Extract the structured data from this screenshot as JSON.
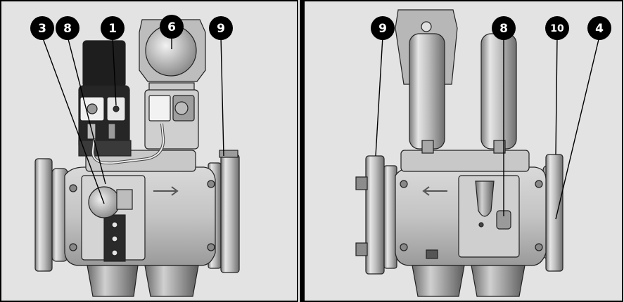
{
  "figure": {
    "left_panel": {
      "callouts": [
        {
          "id": "l3",
          "label": "3"
        },
        {
          "id": "l8",
          "label": "8"
        },
        {
          "id": "l1",
          "label": "1"
        },
        {
          "id": "l6",
          "label": "6"
        },
        {
          "id": "l9",
          "label": "9"
        }
      ]
    },
    "right_panel": {
      "callouts": [
        {
          "id": "r9",
          "label": "9"
        },
        {
          "id": "r8",
          "label": "8"
        },
        {
          "id": "r10",
          "label": "10"
        },
        {
          "id": "r4",
          "label": "4"
        }
      ]
    }
  },
  "colors": {
    "background": "#e3e3e3",
    "frame": "#000000",
    "metal_light": "#d6d6d6",
    "metal_dark": "#8a8a8a",
    "actuator_black": "#1e1e1e",
    "callout_fill": "#000000"
  }
}
